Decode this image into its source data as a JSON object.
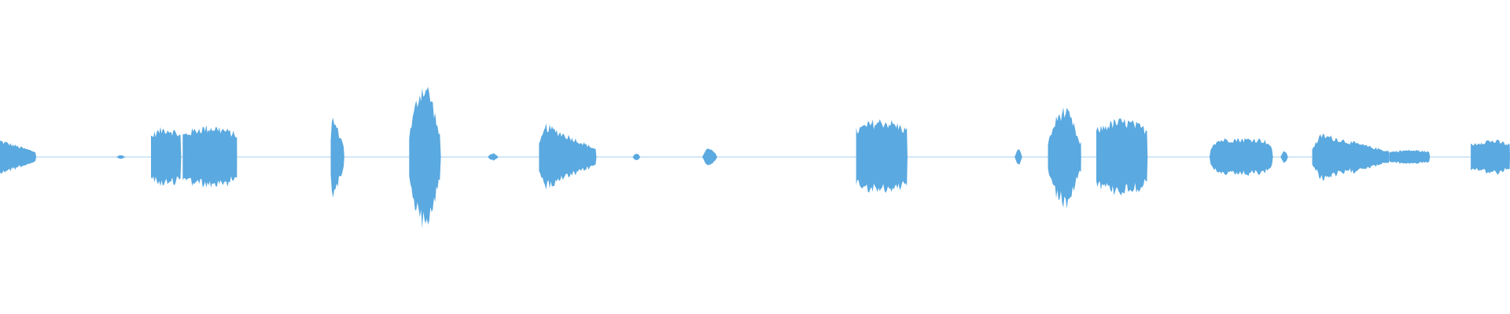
{
  "waveform": {
    "color": "#5aa9e0",
    "background": "#ffffff",
    "segments": [
      {
        "start": 0.0,
        "end": 0.024,
        "amp": 0.22,
        "shape": "decay"
      },
      {
        "start": 0.077,
        "end": 0.083,
        "amp": 0.025,
        "shape": "blip"
      },
      {
        "start": 0.1,
        "end": 0.12,
        "amp": 0.38,
        "shape": "flat"
      },
      {
        "start": 0.121,
        "end": 0.157,
        "amp": 0.4,
        "shape": "flat"
      },
      {
        "start": 0.219,
        "end": 0.228,
        "amp": 0.55,
        "shape": "attack"
      },
      {
        "start": 0.271,
        "end": 0.292,
        "amp": 0.95,
        "shape": "swell"
      },
      {
        "start": 0.323,
        "end": 0.33,
        "amp": 0.05,
        "shape": "blip"
      },
      {
        "start": 0.357,
        "end": 0.395,
        "amp": 0.42,
        "shape": "attack"
      },
      {
        "start": 0.419,
        "end": 0.424,
        "amp": 0.05,
        "shape": "blip"
      },
      {
        "start": 0.465,
        "end": 0.475,
        "amp": 0.12,
        "shape": "blip"
      },
      {
        "start": 0.567,
        "end": 0.601,
        "amp": 0.48,
        "shape": "flat"
      },
      {
        "start": 0.672,
        "end": 0.677,
        "amp": 0.1,
        "shape": "blip"
      },
      {
        "start": 0.694,
        "end": 0.716,
        "amp": 0.62,
        "shape": "swell"
      },
      {
        "start": 0.726,
        "end": 0.76,
        "amp": 0.48,
        "shape": "flat"
      },
      {
        "start": 0.801,
        "end": 0.843,
        "amp": 0.24,
        "shape": "round"
      },
      {
        "start": 0.848,
        "end": 0.853,
        "amp": 0.08,
        "shape": "blip"
      },
      {
        "start": 0.869,
        "end": 0.92,
        "amp": 0.3,
        "shape": "attack"
      },
      {
        "start": 0.92,
        "end": 0.947,
        "amp": 0.09,
        "shape": "flat"
      },
      {
        "start": 0.974,
        "end": 1.0,
        "amp": 0.22,
        "shape": "flat"
      }
    ]
  }
}
